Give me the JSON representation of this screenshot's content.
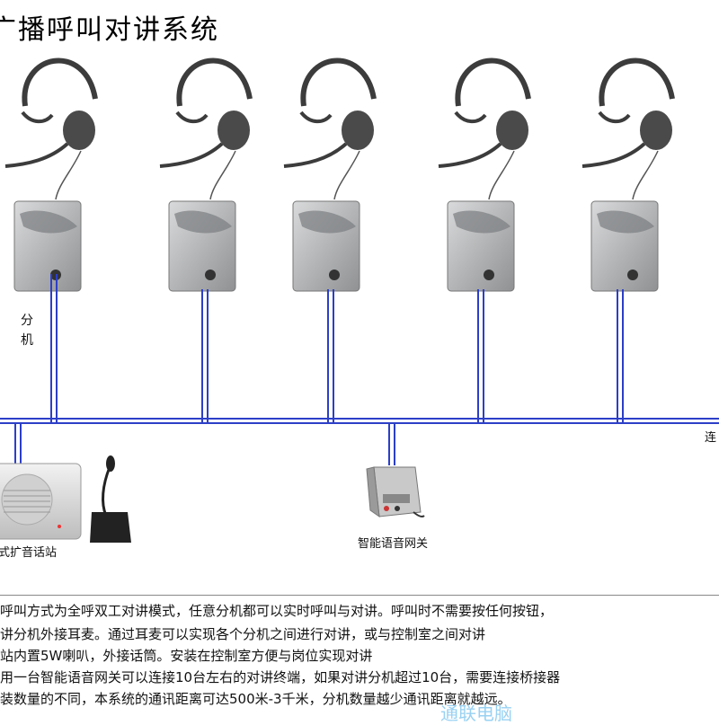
{
  "title": "广播呼叫对讲系统",
  "diagram": {
    "extension_label": "分机",
    "trunk_label": "连",
    "speaker_station_label": "式扩音话站",
    "gateway_label": "智能语音网关",
    "extensions": [
      {
        "id": "ext-1"
      },
      {
        "id": "ext-2"
      },
      {
        "id": "ext-3"
      },
      {
        "id": "ext-4"
      },
      {
        "id": "ext-5"
      }
    ]
  },
  "description": {
    "lines": [
      "呼叫方式为全呼双工对讲模式，任意分机都可以实时呼叫与对讲。呼叫时不需要按任何按钮，",
      "讲分机外接耳麦。通过耳麦可以实现各个分机之间进行对讲，或与控制室之间对讲",
      "站内置5W喇叭，外接话筒。安装在控制室方便与岗位实现对讲",
      "用一台智能语音网关可以连接10台左右的对讲终端，如果对讲分机超过10台，需要连接桥接器",
      "装数量的不同，本系统的通讯距离可达500米-3千米，分机数量越少通讯距离就越远。"
    ]
  },
  "watermark": "通联电脑",
  "colors": {
    "wire": "#2c3fc8",
    "device": "#a7a9ab",
    "headset": "#3c3c3c"
  }
}
